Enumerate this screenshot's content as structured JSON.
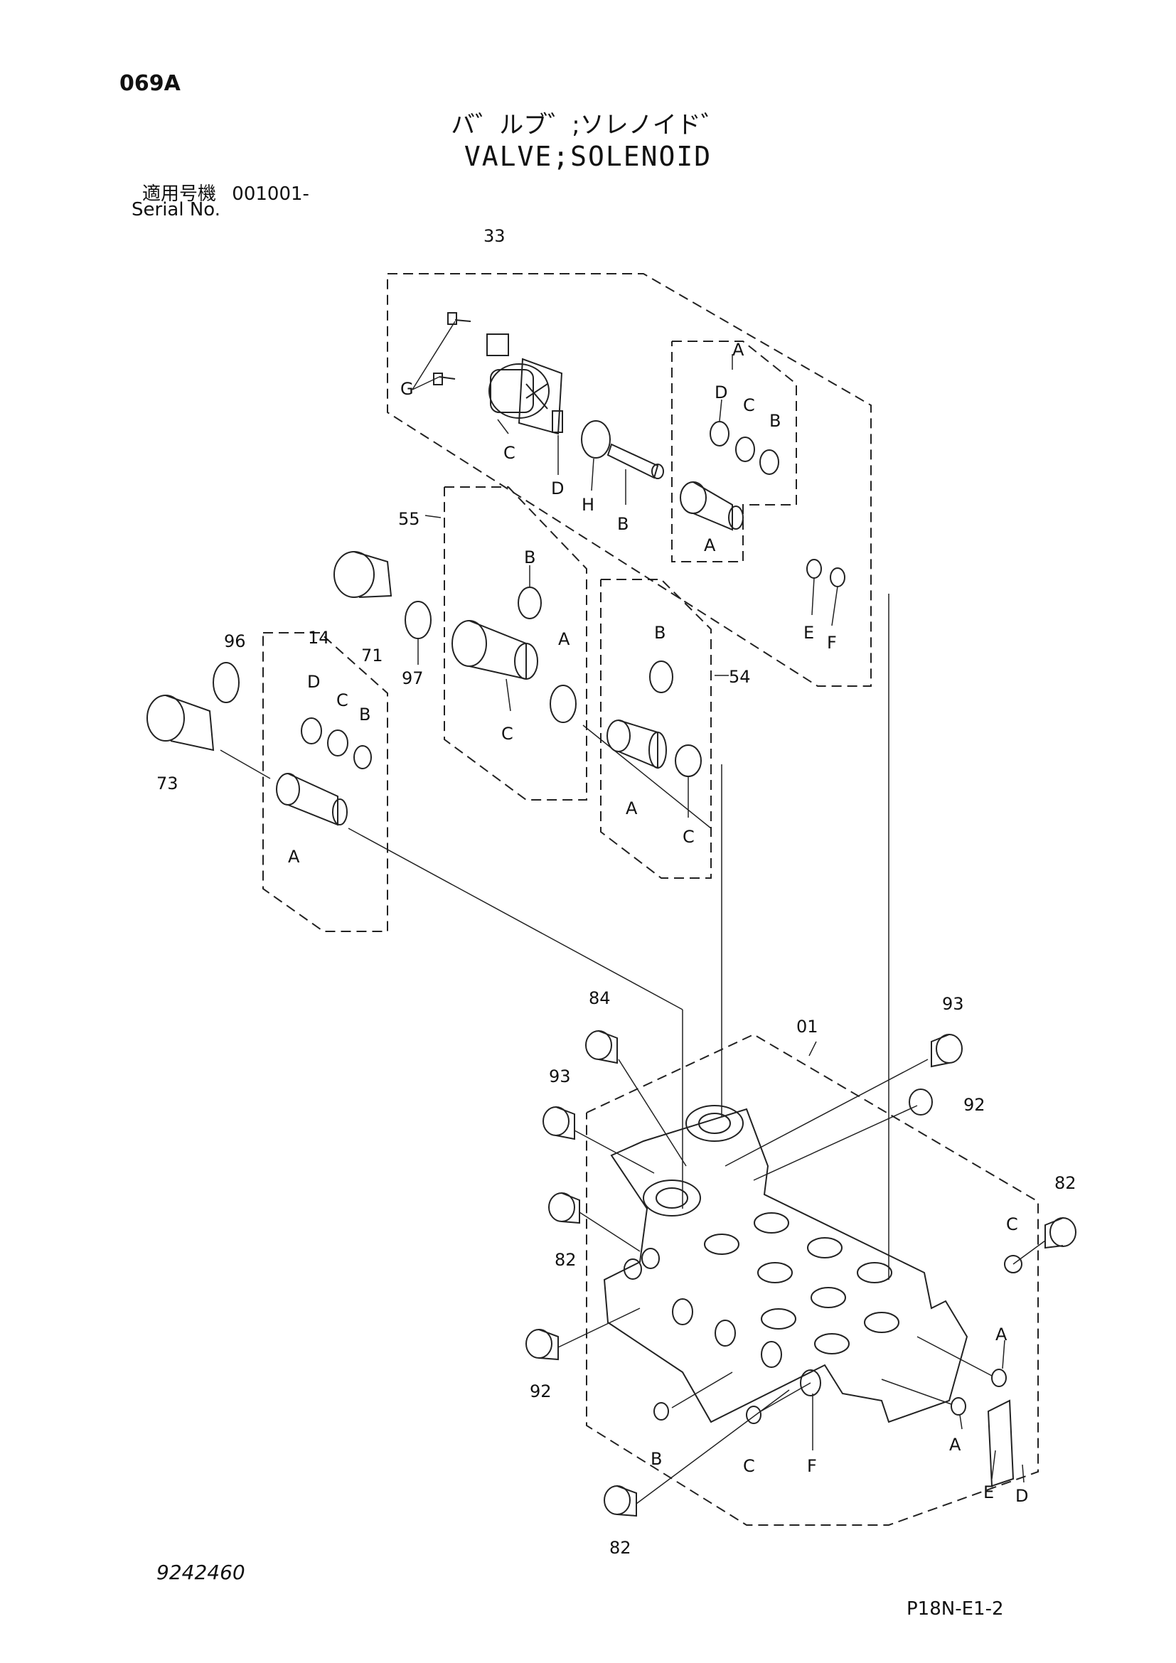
{
  "header": {
    "page_code": "069A",
    "title_jp": "バ゛ルブ゛;ソレノイド゛",
    "title_en": "VALVE;SOLENOID",
    "serial_label_jp": "適用号機",
    "serial_value": "001001-",
    "serial_label_en": "Serial No."
  },
  "footer": {
    "drawing_number": "9242460",
    "page_ref": "P18N-E1-2"
  },
  "callouts": {
    "c33": "33",
    "c55": "55",
    "c54": "54",
    "c14": "14",
    "c96": "96",
    "c71": "71",
    "c97": "97",
    "c73": "73",
    "c84": "84",
    "c01": "01",
    "c93a": "93",
    "c93b": "93",
    "c92a": "92",
    "c92b": "92",
    "c82a": "82",
    "c82b": "82",
    "c82c": "82"
  },
  "letters": {
    "g33": "G",
    "c33": "C",
    "d33": "D",
    "h33": "H",
    "b33": "B",
    "aTop": "A",
    "dTop": "D",
    "cTop": "C",
    "bTop": "B",
    "aBot": "A",
    "e33": "E",
    "f33": "F",
    "b55": "B",
    "a55": "A",
    "c55": "C",
    "b54": "B",
    "a54": "A",
    "c54": "C",
    "d14": "D",
    "c14": "C",
    "b14": "B",
    "a14": "A",
    "cBody": "C",
    "aBody1": "A",
    "aBody2": "A",
    "bBody": "B",
    "cBody2": "C",
    "fBody": "F",
    "eBody": "E",
    "dBody": "D"
  }
}
